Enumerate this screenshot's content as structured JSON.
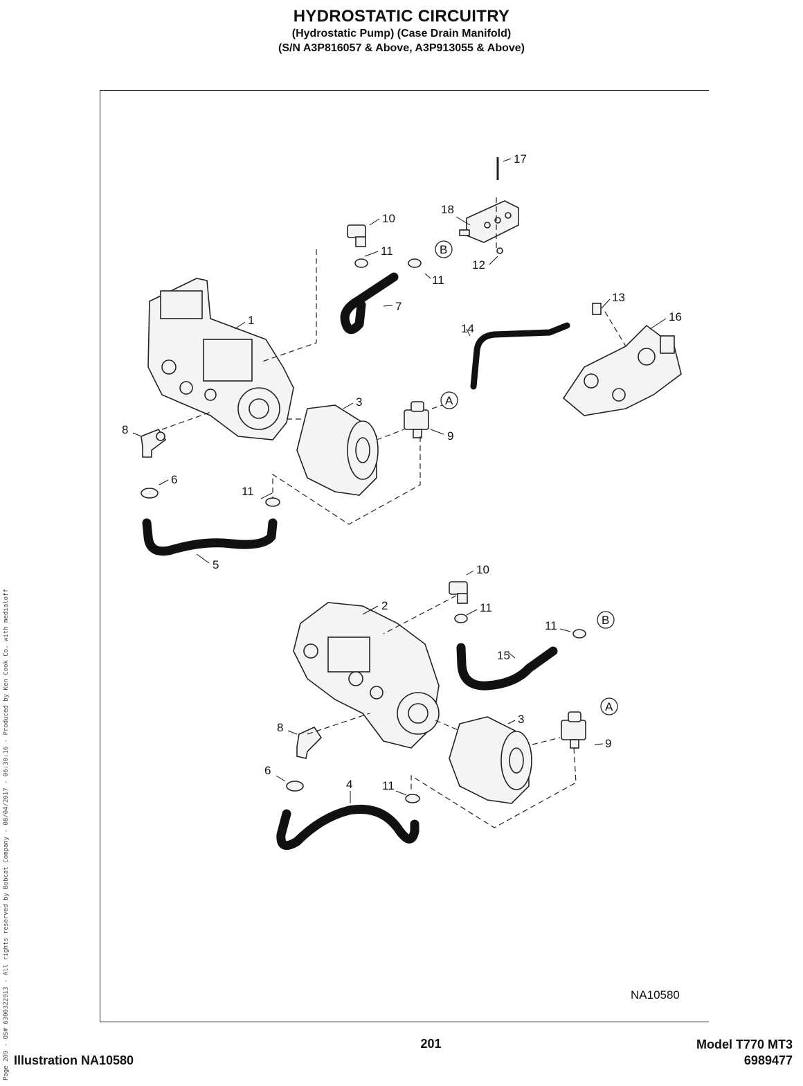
{
  "header": {
    "title": "HYDROSTATIC CIRCUITRY",
    "subtitle1": "(Hydrostatic Pump) (Case Drain Manifold)",
    "subtitle2": "(S/N A3P816057 & Above, A3P913055 & Above)"
  },
  "figure": {
    "illustration_id": "NA10580",
    "callouts_top": [
      "17",
      "18",
      "10",
      "11",
      "11",
      "12",
      "7",
      "13",
      "16",
      "1",
      "14",
      "3",
      "9",
      "8",
      "6",
      "11",
      "5"
    ],
    "callouts_bottom": [
      "10",
      "2",
      "11",
      "11",
      "15",
      "3",
      "8",
      "9",
      "6",
      "4",
      "11"
    ],
    "connectors": [
      "A",
      "B"
    ]
  },
  "footer": {
    "page_number": "201",
    "model": "Model T770 MT3",
    "part_number": "6989477",
    "illustration_caption": "Illustration NA10580",
    "watermark": "Page 209 - OS# 6300322913 - All rights reserved by Bobcat Company - 08/04/2017 - 06:30:16 - Produced by Ken Cook Co. with medialoff"
  }
}
